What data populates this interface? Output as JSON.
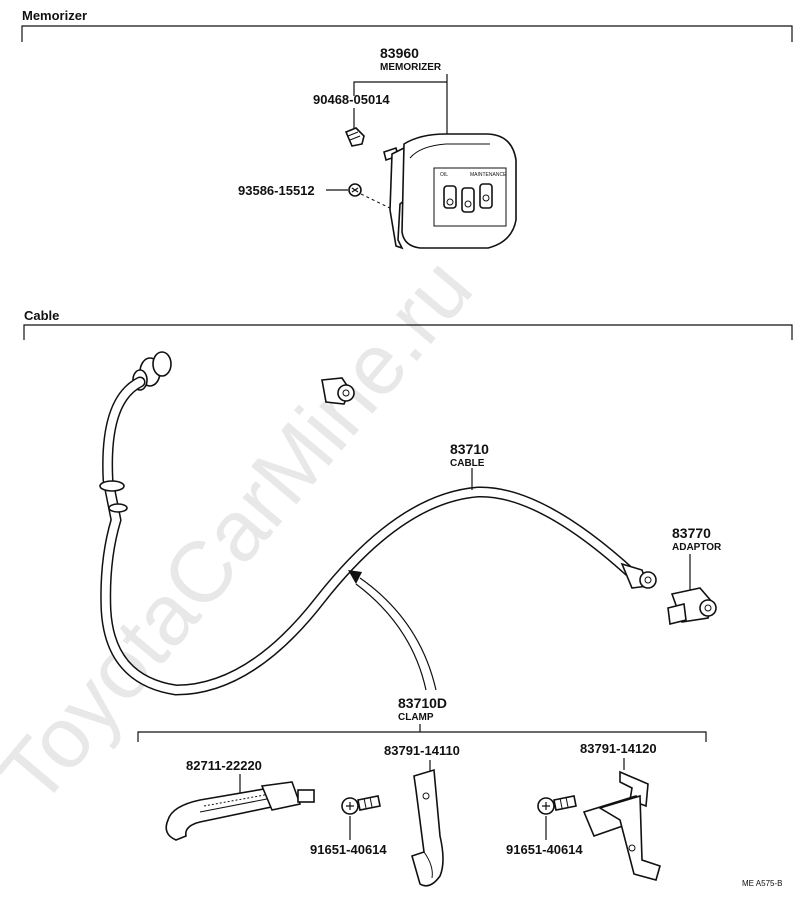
{
  "sections": {
    "memorizer": "Memorizer",
    "cable": "Cable"
  },
  "parts": {
    "memorizer_main": {
      "number": "83960",
      "name": "MEMORIZER"
    },
    "memorizer_cap": {
      "number": "90468-05014"
    },
    "memorizer_screw": {
      "number": "93586-15512"
    },
    "memorizer_face": {
      "left": "OIL",
      "right": "MAINTENANCE"
    },
    "cable_main": {
      "number": "83710",
      "name": "CABLE"
    },
    "adaptor": {
      "number": "83770",
      "name": "ADAPTOR"
    },
    "clamp_group": {
      "number": "83710D",
      "name": "CLAMP"
    },
    "clamp_strap": {
      "number": "82711-22220"
    },
    "clamp_1": {
      "number": "83791-14110"
    },
    "clamp_2": {
      "number": "83791-14120"
    },
    "bolt_1": {
      "number": "91651-40614"
    },
    "bolt_2": {
      "number": "91651-40614"
    }
  },
  "watermark": "ToyotaCarMine.ru",
  "reference_code": "ME A575-B"
}
